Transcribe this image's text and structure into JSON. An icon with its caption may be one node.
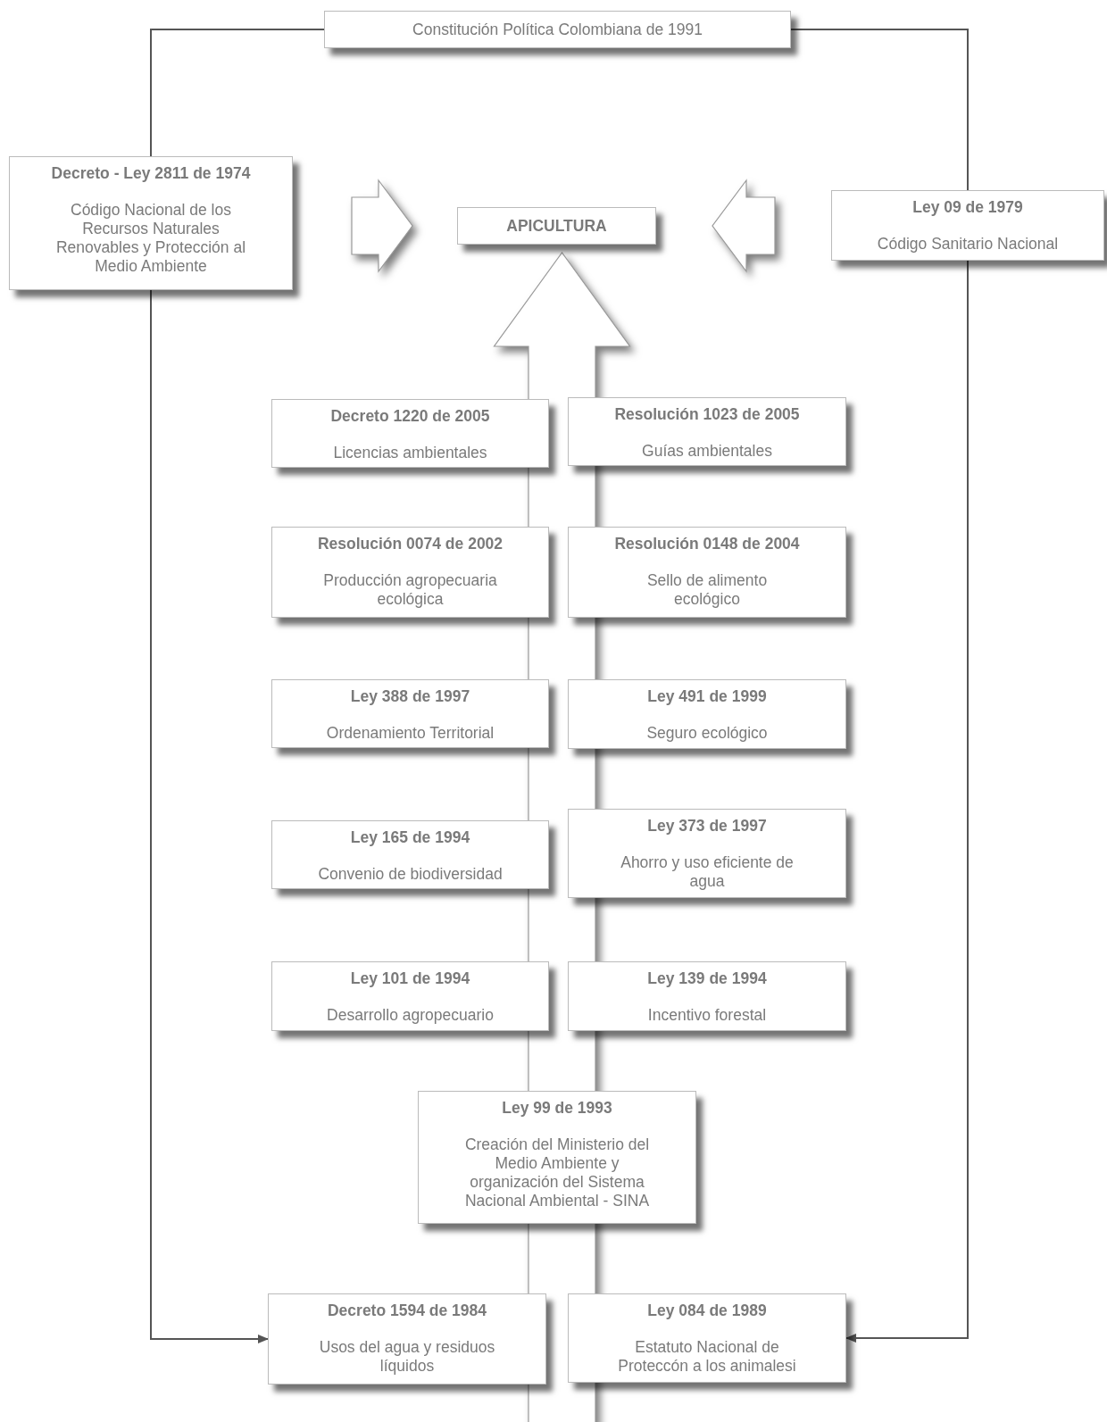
{
  "diagram": {
    "nodes": [
      {
        "text": [
          "Constitución Política Colombiana de 1991"
        ]
      },
      {
        "text": [
          "Decreto - Ley 2811 de 1974",
          "Código Nacional de los Recursos Naturales Renovables y Protección al Medio Ambiente"
        ]
      },
      {
        "text": [
          "APICULTURA"
        ]
      },
      {
        "text": [
          "Ley 09 de 1979",
          "Código Sanitario Nacional"
        ]
      },
      {
        "text": [
          "Decreto 1220 de 2005",
          "Licencias ambientales"
        ]
      },
      {
        "text": [
          "Resolución 1023 de 2005",
          "Guías ambientales"
        ]
      },
      {
        "text": [
          "Resolución 0074 de 2002",
          "Producción agropecuaria ecológica"
        ]
      },
      {
        "text": [
          "Resolución 0148 de 2004",
          "Sello de alimento ecológico"
        ]
      },
      {
        "text": [
          "Ley 388 de 1997",
          "Ordenamiento Territorial"
        ]
      },
      {
        "text": [
          "Ley 491 de 1999",
          "Seguro ecológico"
        ]
      },
      {
        "text": [
          "Ley 165 de 1994",
          "Convenio de biodiversidad"
        ]
      },
      {
        "text": [
          "Ley 373 de 1997",
          "Ahorro y uso eficiente de agua"
        ]
      },
      {
        "text": [
          "Ley 101 de 1994",
          "Desarrollo agropecuario"
        ]
      },
      {
        "text": [
          "Ley 139 de 1994",
          "Incentivo forestal"
        ]
      },
      {
        "text": [
          "Ley 99 de 1993",
          "Creación del Ministerio del Medio Ambiente y organización del Sistema Nacional Ambiental  - SINA"
        ]
      },
      {
        "text": [
          "Decreto 1594 de 1984",
          "Usos del agua y residuos líquidos"
        ]
      },
      {
        "text": [
          "Ley 084 de 1989",
          "Estatuto Nacional de Proteccón a los animalesi"
        ]
      }
    ],
    "edges": [
      {
        "from": 0,
        "to": 1,
        "arrow": "none"
      },
      {
        "from": 1,
        "to": 15,
        "arrow": "to"
      },
      {
        "from": 0,
        "to": 3,
        "arrow": "none"
      },
      {
        "from": 3,
        "to": 16,
        "arrow": "to"
      },
      {
        "from": 1,
        "to": 2,
        "arrow": "to",
        "style": "thick"
      },
      {
        "from": 3,
        "to": 2,
        "arrow": "to",
        "style": "thick"
      },
      {
        "from": null,
        "to": 2,
        "arrow": "to",
        "style": "thick"
      }
    ]
  }
}
